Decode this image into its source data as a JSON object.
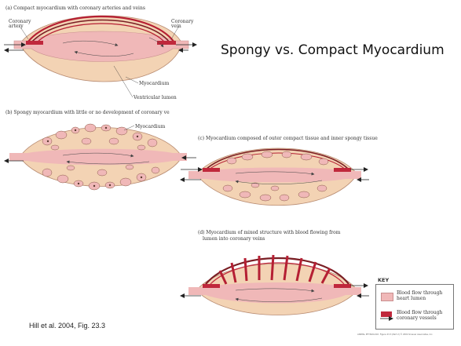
{
  "slide": {
    "title": "Spongy vs. Compact Myocardium",
    "citation": "Hill et al. 2004, Fig. 23.3",
    "footer": "ANIMAL PHYSIOLOGY, Figure 23.3 (Part 2) © 2004 Sinauer Associates, Inc."
  },
  "panels": {
    "a": {
      "caption": "(a) Compact myocardium with coronary arteries and veins",
      "coronary_artery": "Coronary\nartery",
      "coronary_vein": "Coronary\nvein",
      "myocardium": "Myocardium",
      "ventricular_lumen": "Ventricular lumen"
    },
    "b": {
      "caption": "(b) Spongy myocardium with little or no development of coronary ve",
      "myocardium": "Myocardium"
    },
    "c": {
      "caption": "(c) Myocardium composed of outer compact tissue and inner spongy tissue"
    },
    "d": {
      "caption_line1": "(d) Myocardium of mixed structure with blood flowing from",
      "caption_line2": "lumen into coronary veins"
    }
  },
  "key": {
    "title": "KEY",
    "item1": "Blood flow through\nheart lumen",
    "item2": "Blood flow through\ncoronary vessels",
    "colors": {
      "lumen": "#f0b8b8",
      "coronary": "#c0283c",
      "muscle": "#f3d3b4"
    }
  }
}
